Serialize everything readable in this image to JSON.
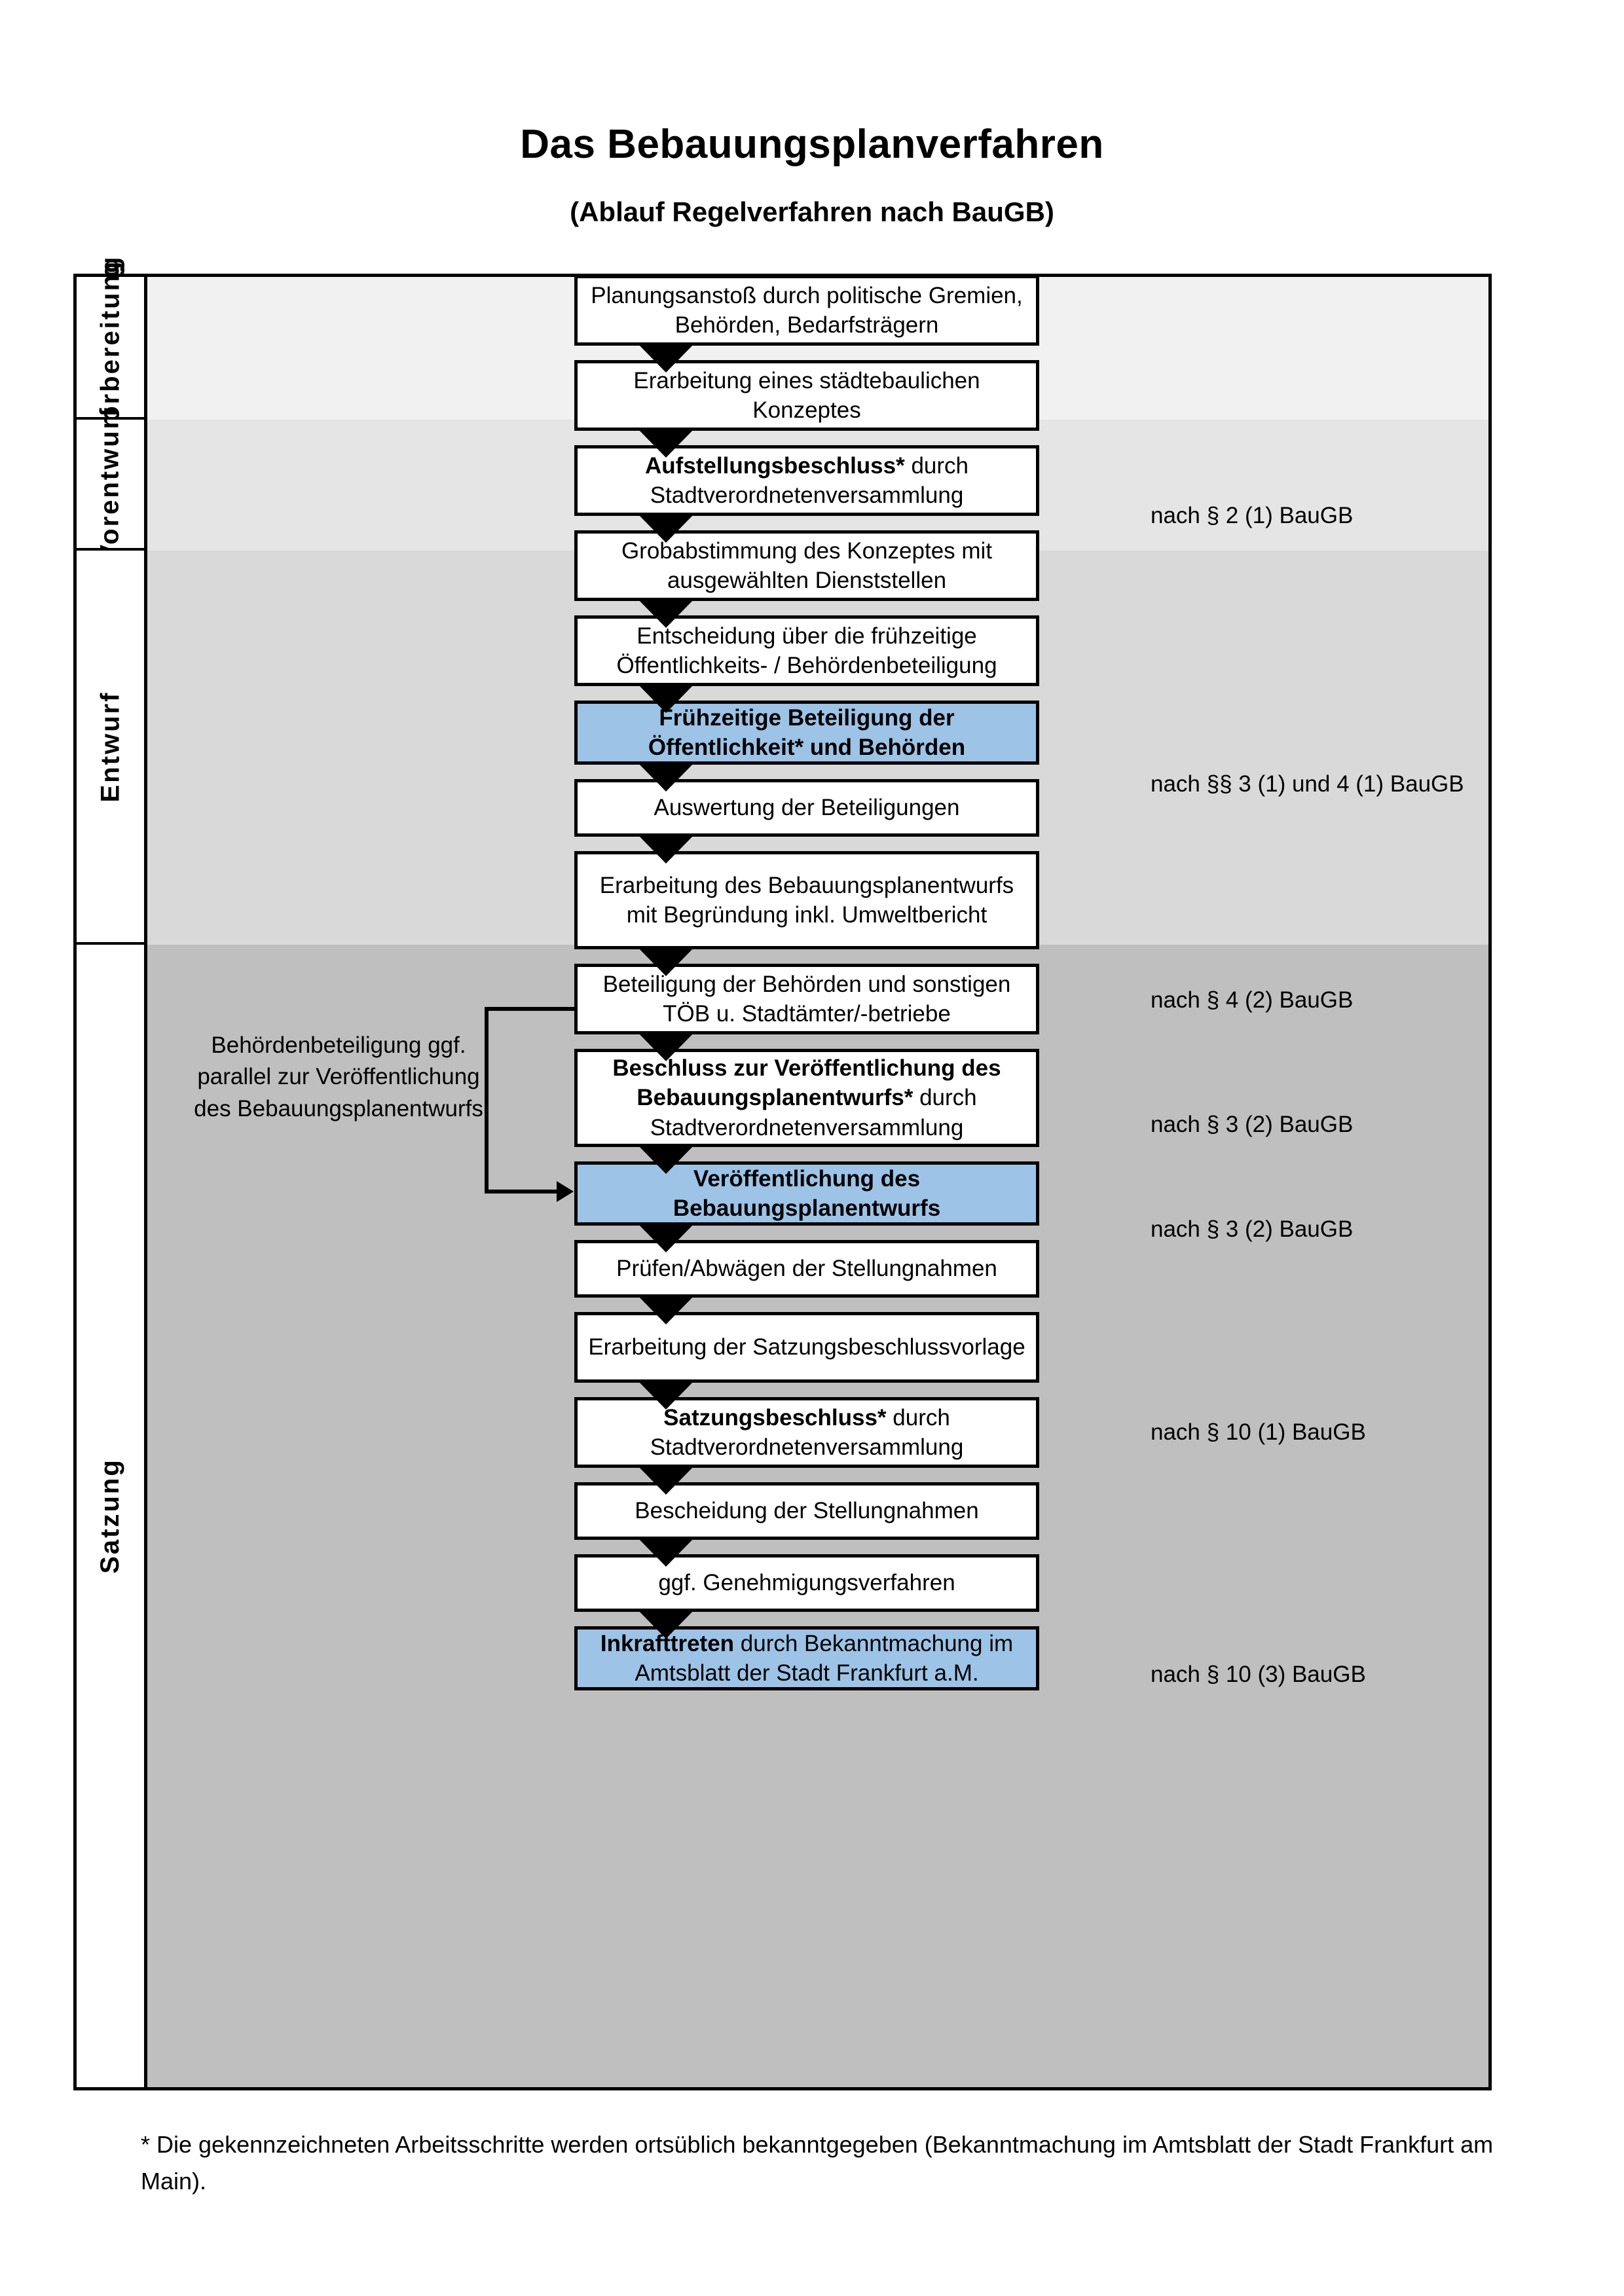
{
  "header": {
    "title": "Das Bebauungsplanverfahren",
    "subtitle": "(Ablauf Regelverfahren nach BauGB)"
  },
  "colors": {
    "highlight_blue": "#9DC3E6",
    "phase_vorbereitung_bg": "#F1F1F1",
    "phase_vorentwurf_bg": "#E5E5E5",
    "phase_entwurf_bg": "#D9D9D9",
    "phase_satzung_bg": "#BFBFBF",
    "box_border": "#000000"
  },
  "phases": [
    {
      "label": "Vorbereitung"
    },
    {
      "label": "Vorentwurf"
    },
    {
      "label": "Entwurf"
    },
    {
      "label": "Satzung"
    }
  ],
  "steps": [
    {
      "id": "planungsanstoss",
      "text": "Planungsanstoß durch politische Gremien, Behörden, Bedarfsträgern",
      "bold_prefix": "",
      "highlight": false
    },
    {
      "id": "staedtebauliches-konzept",
      "text": "Erarbeitung eines städtebaulichen Konzeptes",
      "bold_prefix": "",
      "highlight": false
    },
    {
      "id": "aufstellungsbeschluss",
      "text": "Aufstellungsbeschluss* durch Stadtverordnetenversammlung",
      "bold_prefix": "Aufstellungsbeschluss*",
      "bold_rest": " durch Stadtverordnetenversammlung",
      "highlight": false
    },
    {
      "id": "grobabstimmung",
      "text": "Grobabstimmung des Konzeptes mit ausgewählten Dienststellen",
      "bold_prefix": "",
      "highlight": false
    },
    {
      "id": "entscheidung-fruehzeitige",
      "text": "Entscheidung über die frühzeitige Öffentlichkeits- / Behördenbeteiligung",
      "bold_prefix": "",
      "highlight": false
    },
    {
      "id": "fruehzeitige-beteiligung",
      "text": "Frühzeitige Beteiligung der Öffentlichkeit* und Behörden",
      "bold_prefix": "ALL",
      "highlight": true
    },
    {
      "id": "auswertung-beteiligungen",
      "text": "Auswertung der Beteiligungen",
      "bold_prefix": "",
      "highlight": false
    },
    {
      "id": "erarbeitung-bplanentwurf",
      "text": "Erarbeitung des Bebauungsplanentwurfs mit Begründung inkl. Umweltbericht",
      "bold_prefix": "",
      "highlight": false
    },
    {
      "id": "beteiligung-behoerden",
      "text": "Beteiligung der Behörden und sonstigen TÖB u. Stadtämter/-betriebe",
      "bold_prefix": "",
      "highlight": false
    },
    {
      "id": "beschluss-veroeffentlichung",
      "text": "Beschluss zur Veröffentlichung des Bebauungsplanentwurfs* durch Stadtverordnetenversammlung",
      "bold_prefix": "Beschluss zur Veröffentlichung des Bebauungsplanentwurfs*",
      "bold_rest": " durch Stadtverordnetenversammlung",
      "highlight": false
    },
    {
      "id": "veroeffentlichung-bplanentwurf",
      "text": "Veröffentlichung des Bebauungsplanentwurfs",
      "bold_prefix": "ALL",
      "highlight": true
    },
    {
      "id": "pruefen-abwaegen",
      "text": "Prüfen/Abwägen der Stellungnahmen",
      "bold_prefix": "",
      "highlight": false
    },
    {
      "id": "erarbeitung-satzungsvorlage",
      "text": "Erarbeitung der Satzungsbeschlussvorlage",
      "bold_prefix": "",
      "highlight": false
    },
    {
      "id": "satzungsbeschluss",
      "text": "Satzungsbeschluss* durch Stadtverordnetenversammlung",
      "bold_prefix": "Satzungsbeschluss*",
      "bold_rest": " durch Stadtverordnetenversammlung",
      "highlight": false
    },
    {
      "id": "bescheidung-stellungnahmen",
      "text": "Bescheidung der Stellungnahmen",
      "bold_prefix": "",
      "highlight": false
    },
    {
      "id": "genehmigungsverfahren",
      "text": "ggf. Genehmigungsverfahren",
      "bold_prefix": "",
      "highlight": false
    },
    {
      "id": "inkrafttreten",
      "text": "Inkrafttreten durch Bekanntmachung im Amtsblatt der Stadt Frankfurt a.M.",
      "bold_prefix": "Inkrafttreten",
      "bold_rest": " durch Bekanntmachung im Amtsblatt der Stadt Frankfurt a.M.",
      "highlight": true
    }
  ],
  "legal_refs": [
    {
      "id": "ref-aufstellungsbeschluss",
      "text": "nach § 2 (1) BauGB"
    },
    {
      "id": "ref-fruehzeitige-beteiligung",
      "text": "nach §§ 3 (1) und 4 (1) BauGB"
    },
    {
      "id": "ref-beteiligung-behoerden",
      "text": "nach § 4 (2) BauGB"
    },
    {
      "id": "ref-beschluss-veroeffentlichung",
      "text": "nach § 3 (2) BauGB"
    },
    {
      "id": "ref-veroeffentlichung",
      "text": "nach § 3 (2) BauGB"
    },
    {
      "id": "ref-satzungsbeschluss",
      "text": "nach § 10 (1) BauGB"
    },
    {
      "id": "ref-inkrafttreten",
      "text": "nach § 10 (3) BauGB"
    }
  ],
  "sidenote": {
    "text": "Behördenbeteiligung ggf. parallel zur Veröffentlichung des Bebauungsplanentwurfs"
  },
  "footnote": {
    "text": "* Die gekennzeichneten Arbeitsschritte werden ortsüblich bekanntgegeben (Bekanntmachung im Amtsblatt  der Stadt Frankfurt am Main)."
  }
}
